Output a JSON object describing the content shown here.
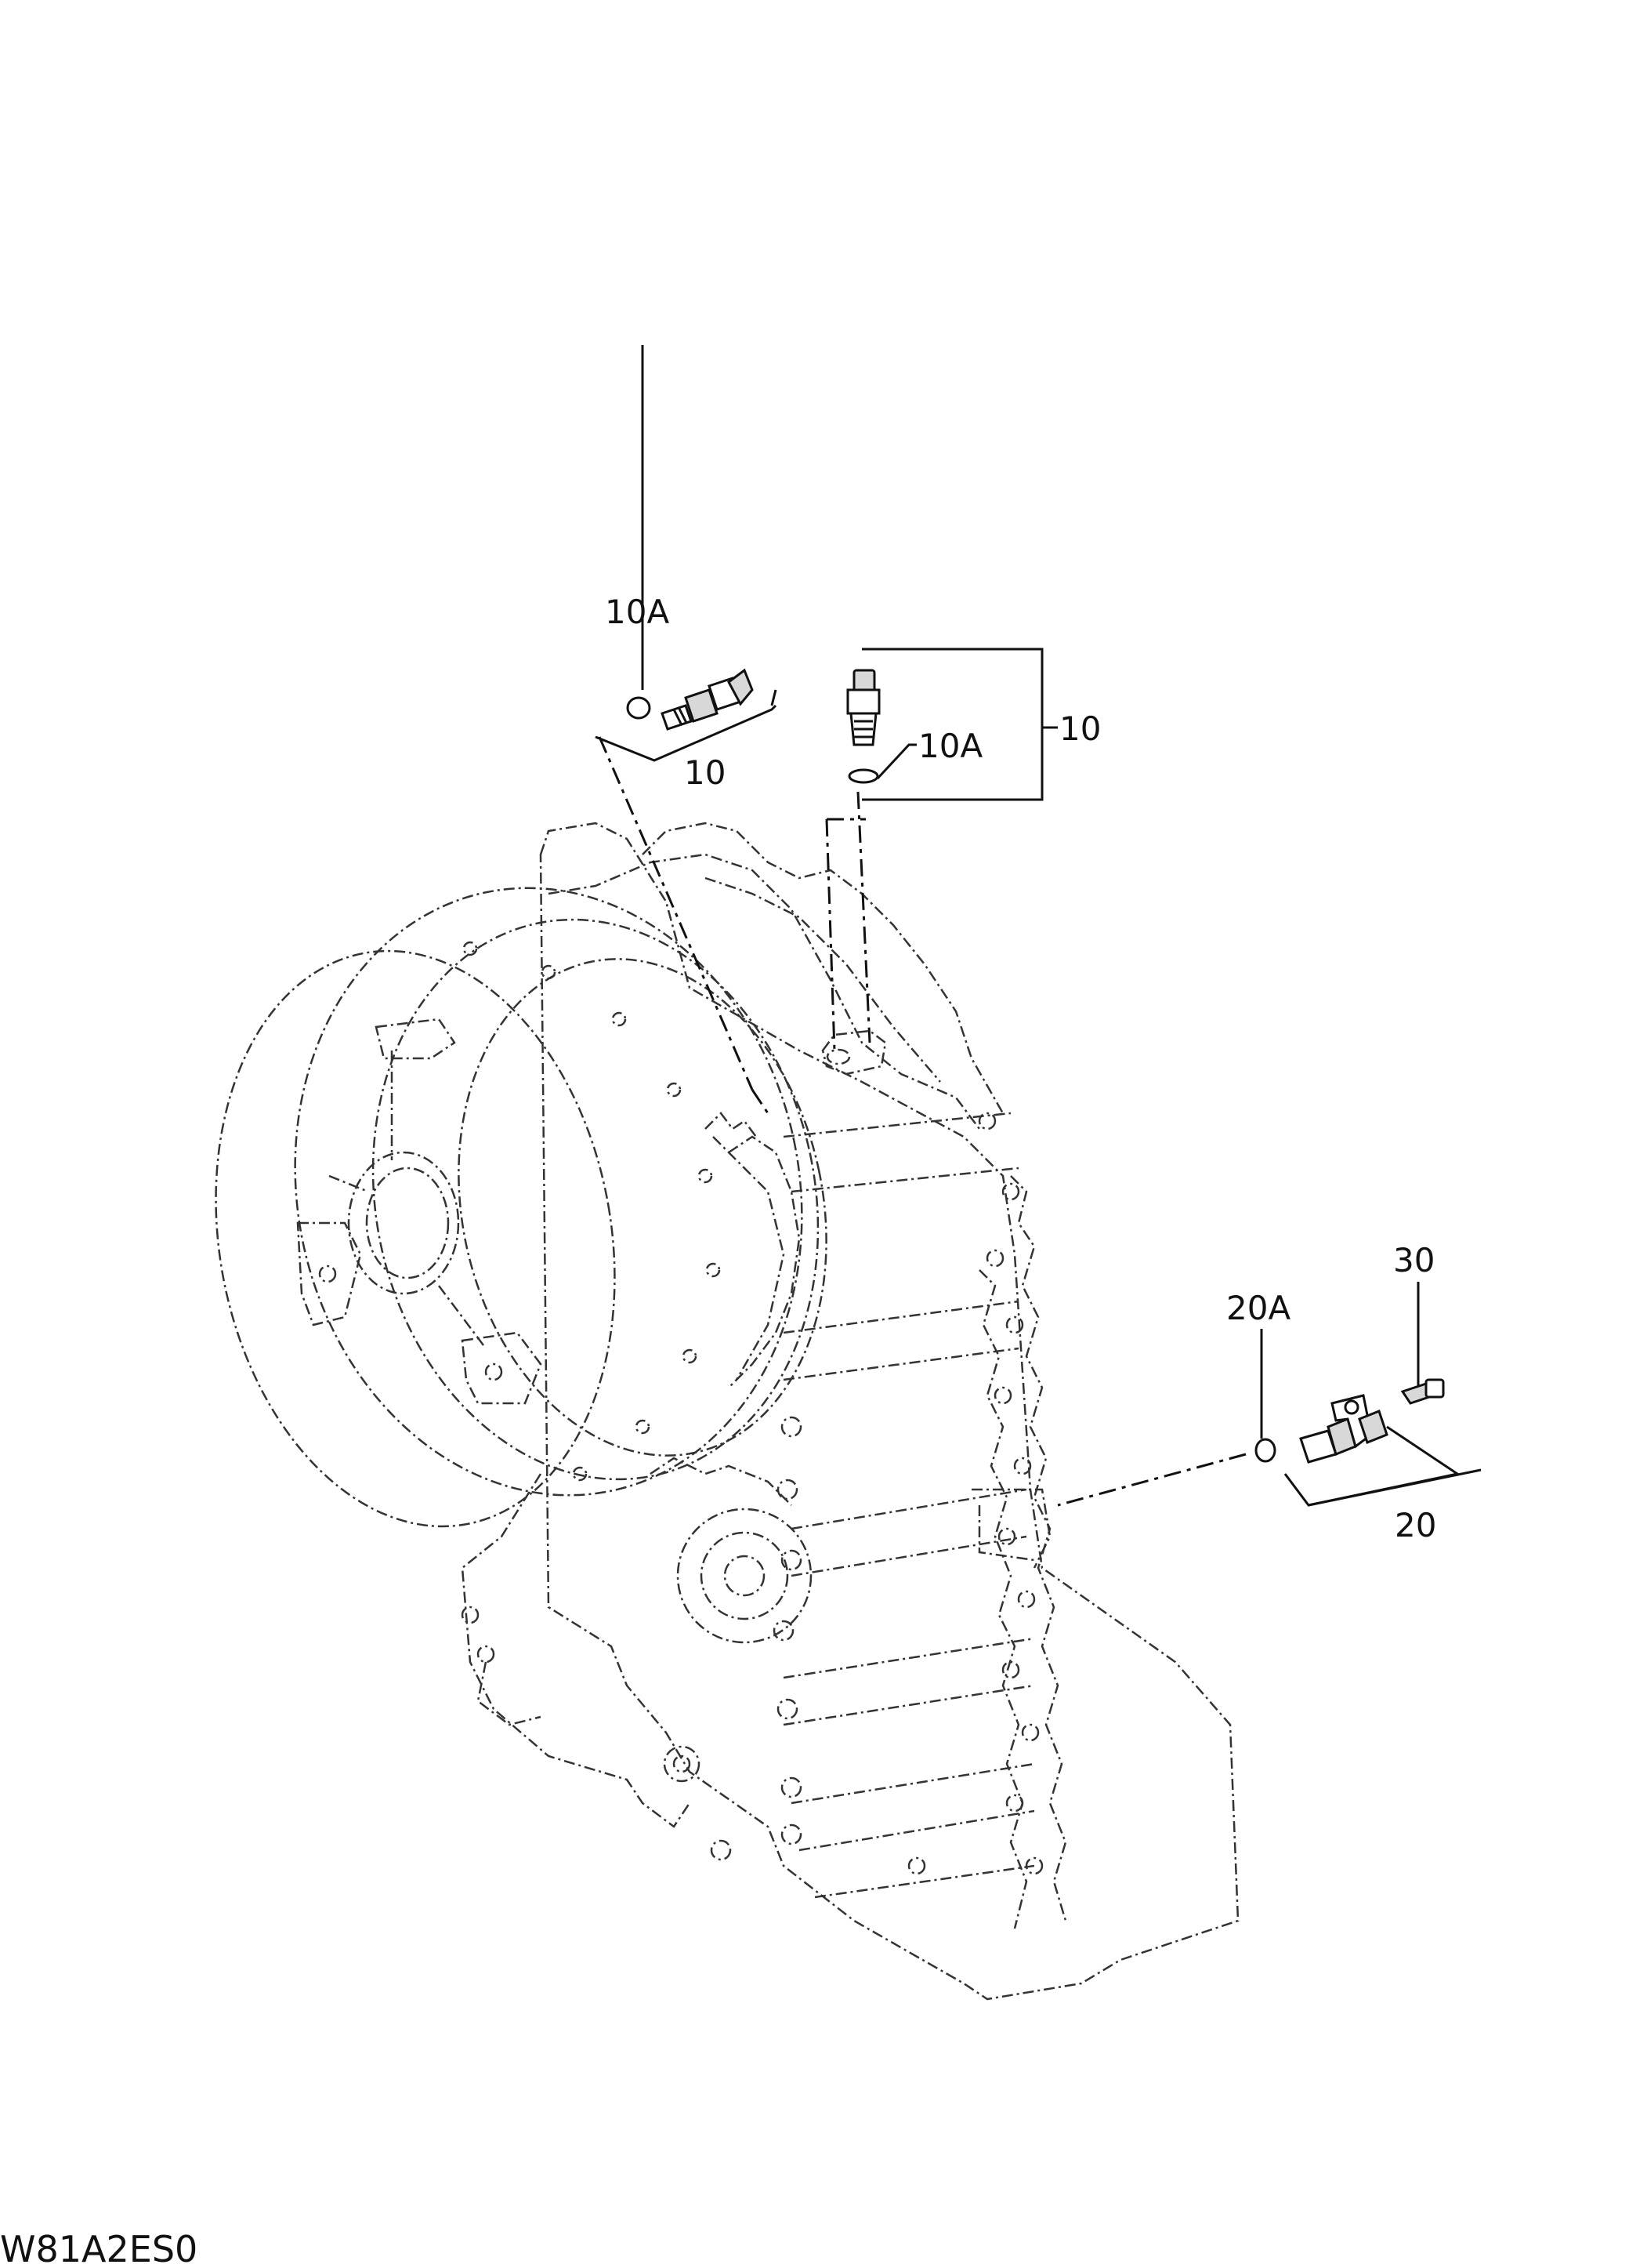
{
  "callouts": {
    "item_10a_top": "10A",
    "item_10_left": "10",
    "item_10a_right": "10A",
    "item_10_right": "10",
    "item_20a": "20A",
    "item_30": "30",
    "item_20": "20"
  },
  "figure_code": "W81A2ES0"
}
